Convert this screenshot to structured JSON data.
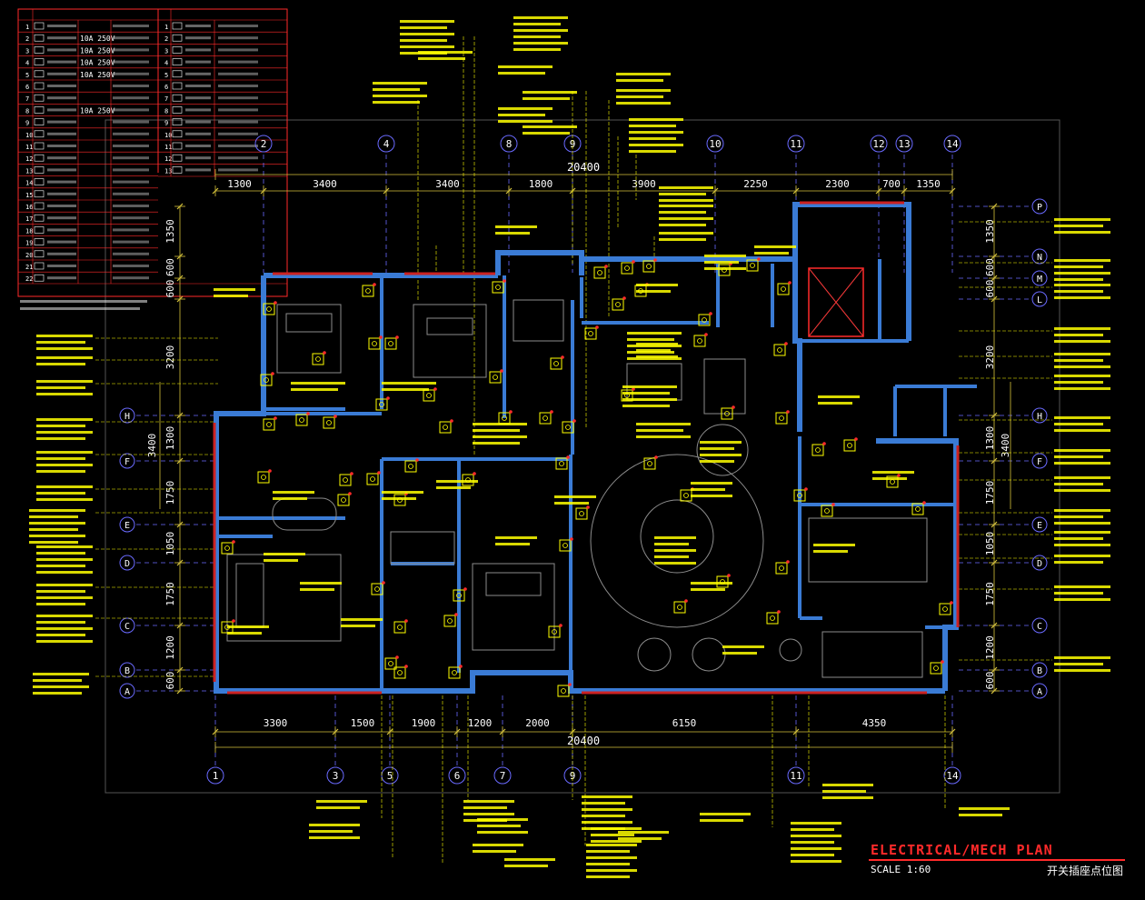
{
  "drawing": {
    "title": "ELECTRICAL/MECH PLAN",
    "scale": "SCALE 1:60",
    "subtitle_cn": "开关插座点位图"
  },
  "colors": {
    "background": "#000000",
    "wall": "#3a7bd5",
    "dimension": "#d6c23a",
    "gridline": "#6a6aff",
    "annotation": "#ffff00",
    "red": "#ff2a2a",
    "furniture": "#9a9a9a"
  },
  "grid_top": [
    {
      "label": "2"
    },
    {
      "label": "4"
    },
    {
      "label": "8"
    },
    {
      "label": "9"
    },
    {
      "label": "10"
    },
    {
      "label": "11"
    },
    {
      "label": "12"
    },
    {
      "label": "13"
    },
    {
      "label": "14"
    }
  ],
  "grid_bottom": [
    {
      "label": "1"
    },
    {
      "label": "3"
    },
    {
      "label": "5"
    },
    {
      "label": "6"
    },
    {
      "label": "7"
    },
    {
      "label": "9"
    },
    {
      "label": "11"
    },
    {
      "label": "14"
    }
  ],
  "grid_left": [
    {
      "label": "H"
    },
    {
      "label": "F"
    },
    {
      "label": "E"
    },
    {
      "label": "D"
    },
    {
      "label": "C"
    },
    {
      "label": "B"
    },
    {
      "label": "A"
    }
  ],
  "grid_right": [
    {
      "label": "P"
    },
    {
      "label": "N"
    },
    {
      "label": "M"
    },
    {
      "label": "L"
    },
    {
      "label": "H"
    },
    {
      "label": "F"
    },
    {
      "label": "E"
    },
    {
      "label": "D"
    },
    {
      "label": "C"
    },
    {
      "label": "B"
    },
    {
      "label": "A"
    }
  ],
  "dims_top": [
    {
      "text": "1300"
    },
    {
      "text": "3400"
    },
    {
      "text": "3400"
    },
    {
      "text": "1800"
    },
    {
      "text": "3900"
    },
    {
      "text": "2250"
    },
    {
      "text": "2300"
    },
    {
      "text": "700"
    },
    {
      "text": "1350"
    }
  ],
  "dims_top_total": "20400",
  "dims_bottom": [
    {
      "text": "3300"
    },
    {
      "text": "1500"
    },
    {
      "text": "1900"
    },
    {
      "text": "1200"
    },
    {
      "text": "2000"
    },
    {
      "text": "6150"
    },
    {
      "text": "4350"
    }
  ],
  "dims_bottom_total": "20400",
  "dims_left": [
    {
      "text": "1350"
    },
    {
      "text": "600"
    },
    {
      "text": "600"
    },
    {
      "text": "3200"
    },
    {
      "text": "1300"
    },
    {
      "text": "1750"
    },
    {
      "text": "1050"
    },
    {
      "text": "1750"
    },
    {
      "text": "1200"
    },
    {
      "text": "600"
    }
  ],
  "dims_left_outer": "3400",
  "dims_right": [
    {
      "text": "1350"
    },
    {
      "text": "600"
    },
    {
      "text": "600"
    },
    {
      "text": "3200"
    },
    {
      "text": "1300"
    },
    {
      "text": "1750"
    },
    {
      "text": "1050"
    },
    {
      "text": "1750"
    },
    {
      "text": "1200"
    },
    {
      "text": "600"
    }
  ],
  "dims_right_outer": "3400",
  "legend": {
    "rows_left": [
      {
        "no": "1",
        "spec": ""
      },
      {
        "no": "2",
        "spec": "10A 250V"
      },
      {
        "no": "3",
        "spec": "10A 250V"
      },
      {
        "no": "4",
        "spec": "10A 250V"
      },
      {
        "no": "5",
        "spec": "10A 250V"
      },
      {
        "no": "6",
        "spec": ""
      },
      {
        "no": "7",
        "spec": ""
      },
      {
        "no": "8",
        "spec": "10A 250V"
      },
      {
        "no": "9",
        "spec": ""
      },
      {
        "no": "10",
        "spec": ""
      },
      {
        "no": "11",
        "spec": ""
      },
      {
        "no": "12",
        "spec": ""
      },
      {
        "no": "13",
        "spec": ""
      },
      {
        "no": "14",
        "spec": ""
      },
      {
        "no": "15",
        "spec": ""
      },
      {
        "no": "16",
        "spec": ""
      },
      {
        "no": "17",
        "spec": ""
      },
      {
        "no": "18",
        "spec": ""
      },
      {
        "no": "19",
        "spec": ""
      },
      {
        "no": "20",
        "spec": ""
      },
      {
        "no": "21",
        "spec": ""
      },
      {
        "no": "22",
        "spec": ""
      }
    ],
    "rows_right": [
      {
        "no": "1"
      },
      {
        "no": "2"
      },
      {
        "no": "3"
      },
      {
        "no": "4"
      },
      {
        "no": "5"
      },
      {
        "no": "6"
      },
      {
        "no": "7"
      },
      {
        "no": "8"
      },
      {
        "no": "9"
      },
      {
        "no": "10"
      },
      {
        "no": "11"
      },
      {
        "no": "12"
      },
      {
        "no": "13"
      }
    ]
  }
}
